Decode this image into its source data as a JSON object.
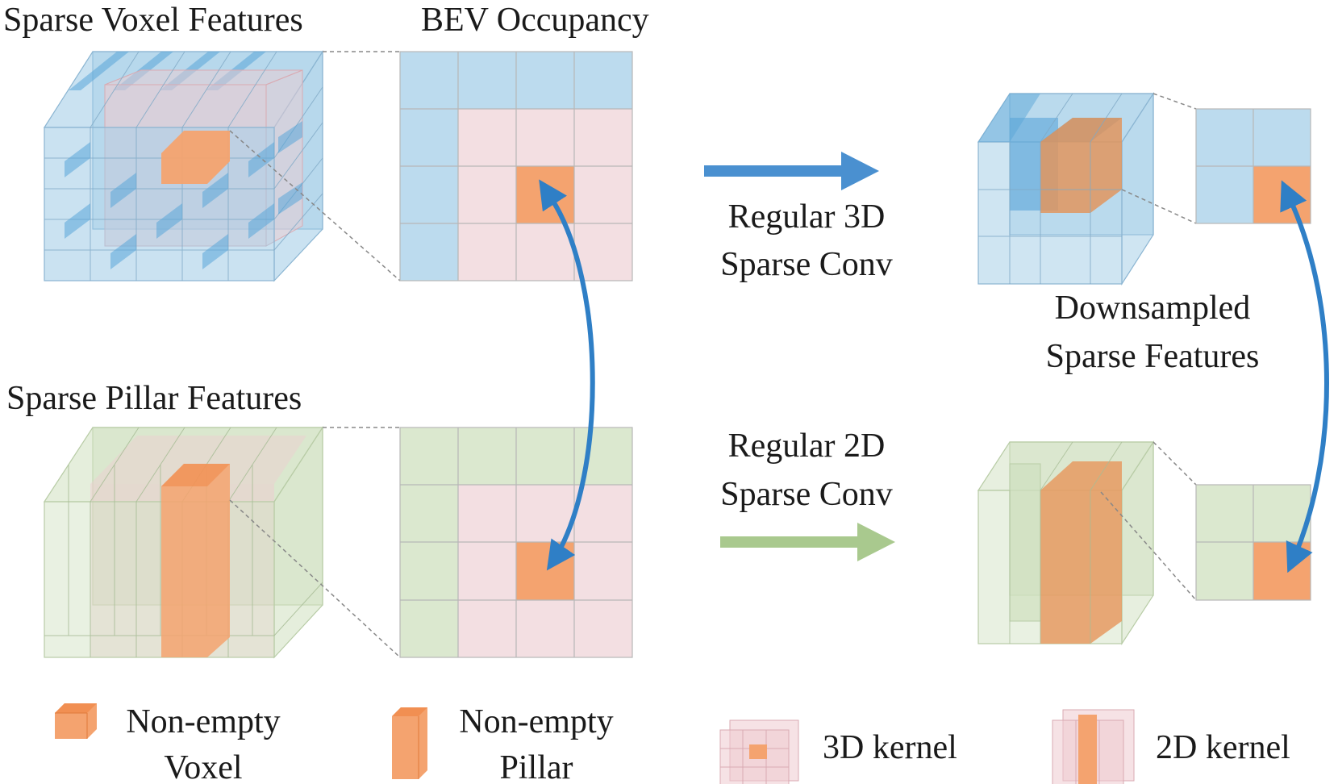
{
  "labels": {
    "sparse_voxel_features": "Sparse Voxel Features",
    "bev_occupancy": "BEV Occupancy",
    "sparse_pillar_features": "Sparse Pillar Features",
    "regular_3d_line1": "Regular 3D",
    "regular_3d_line2": "Sparse Conv",
    "regular_2d_line1": "Regular 2D",
    "regular_2d_line2": "Sparse Conv",
    "downsampled_line1": "Downsampled",
    "downsampled_line2": "Sparse Features"
  },
  "legend": {
    "voxel_line1": "Non-empty",
    "voxel_line2": "Voxel",
    "pillar_line1": "Non-empty",
    "pillar_line2": "Pillar",
    "kernel_3d": "3D kernel",
    "kernel_2d": "2D kernel"
  },
  "colors": {
    "voxel_blue": "#9fcbe6",
    "voxel_blue_dark": "#5aa5d8",
    "pillar_green": "#cfe0bf",
    "kernel_pink": "#eecbd0",
    "occupied_orange": "#f4a36f",
    "arrow_blue": "#2f7fc6",
    "arrow_green": "#a9c98e",
    "grid_line": "#b7b7b7"
  }
}
